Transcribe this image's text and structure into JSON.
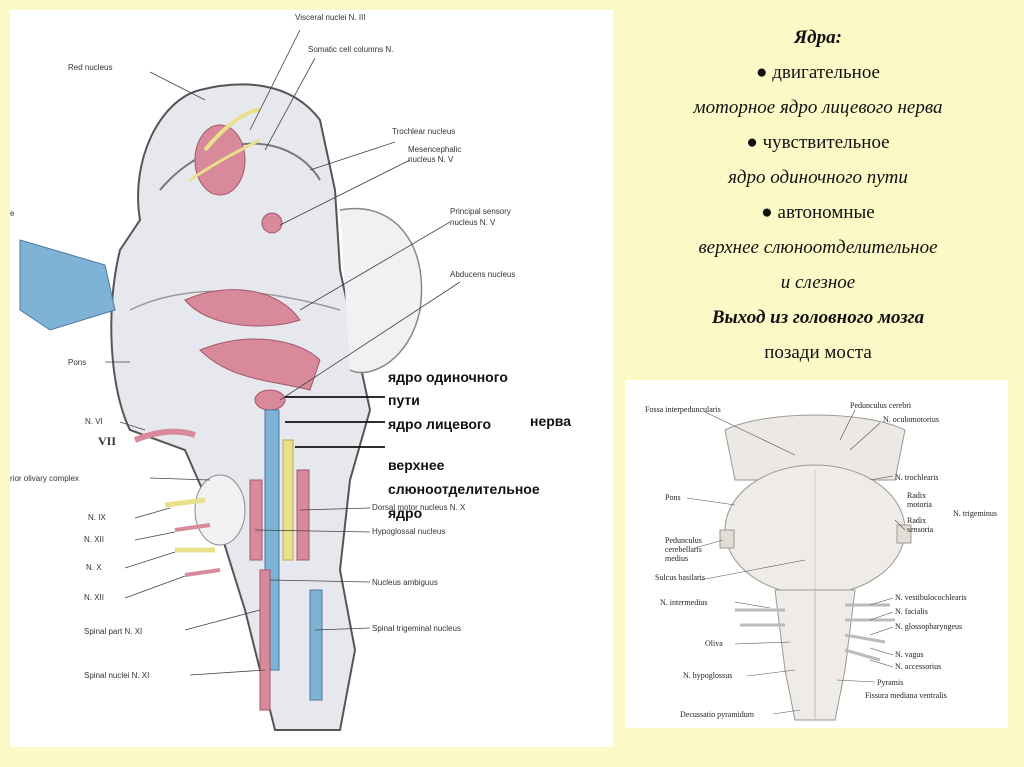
{
  "notes": {
    "title": "Ядра:",
    "motor_bullet": "● двигательное",
    "motor_detail": "моторное ядро лицевого нерва",
    "sensory_bullet": "● чувствительное",
    "sensory_detail": "ядро одиночного пути",
    "autonomic_bullet": "● автономные",
    "autonomic_detail_1": "верхнее слюноотделительное",
    "autonomic_detail_2": "и слезное",
    "exit_title": "Выход из головного мозга",
    "exit_detail": "позади моста"
  },
  "left_diagram": {
    "labels": {
      "visceral_nuclei": "Visceral nuclei N. III",
      "somatic_columns": "Somatic cell columns N.",
      "red_nucleus": "Red nucleus",
      "trochlear": "Trochlear nucleus",
      "mesencephalic_1": "Mesencephalic",
      "mesencephalic_2": "nucleus N. V",
      "principal_1": "Principal sensory",
      "principal_2": "nucleus N. V",
      "abducens": "Abducens nucleus",
      "pons": "Pons",
      "n_vi": "N. VI",
      "vii": "VII",
      "olivary": "rior olivary complex",
      "n_ix": "N. IX",
      "n_xii_a": "N. XII",
      "n_x": "N. X",
      "n_xii_b": "N. XII",
      "spinal_part": "Spinal part N. XI",
      "spinal_nuclei": "Spinal nuclei N. XI",
      "dorsal_motor": "Dorsal motor nucleus N. X",
      "hypoglossal": "Hypoglossal nucleus",
      "ambiguus": "Nucleus ambiguus",
      "spinal_trigeminal": "Spinal trigeminal nucleus",
      "edge_e": "e"
    },
    "ru_labels": {
      "solitary_1": "ядро одиночного",
      "solitary_2": "пути",
      "facial_1": "ядро лицевого",
      "facial_2": "нерва",
      "salivary_1": "верхнее",
      "salivary_2": "слюноотделительное",
      "salivary_3": "ядро"
    }
  },
  "right_diagram": {
    "labels": {
      "fossa": "Fossa interpeduncularis",
      "pedunculus_cerebri": "Pedunculus cerebri",
      "oculomotorius": "N. oculomotorius",
      "trochlearis": "N. trochlearis",
      "radix_motoria_1": "Radix",
      "radix_motoria_2": "motoria",
      "radix_sensoria_1": "Radix",
      "radix_sensoria_2": "sensoria",
      "trigeminus": "N. trigeminus",
      "pons": "Pons",
      "ped_cereb_1": "Pedunculus",
      "ped_cereb_2": "cerebellaris",
      "ped_cereb_3": "medius",
      "sulcus": "Sulcus basilaris",
      "intermedius": "N. intermedius",
      "vestibulo": "N. vestibulocochlearis",
      "facialis": "N. facialis",
      "glosso": "N. glossopharyngeus",
      "vagus": "N. vagus",
      "accessorius": "N. accessorius",
      "oliva": "Oliva",
      "hypoglossus": "N. hypoglossus",
      "pyramis": "Pyramis",
      "fissura": "Fissura mediana ventralis",
      "decussatio": "Decussatio pyramidum"
    }
  },
  "colors": {
    "background": "#fbf9c6",
    "nucleus_pink": "#d98a9a",
    "nerve_blue": "#7fb3d6",
    "nerve_yellow": "#e8e08a",
    "brainstem_gray": "#e6e8ee"
  }
}
